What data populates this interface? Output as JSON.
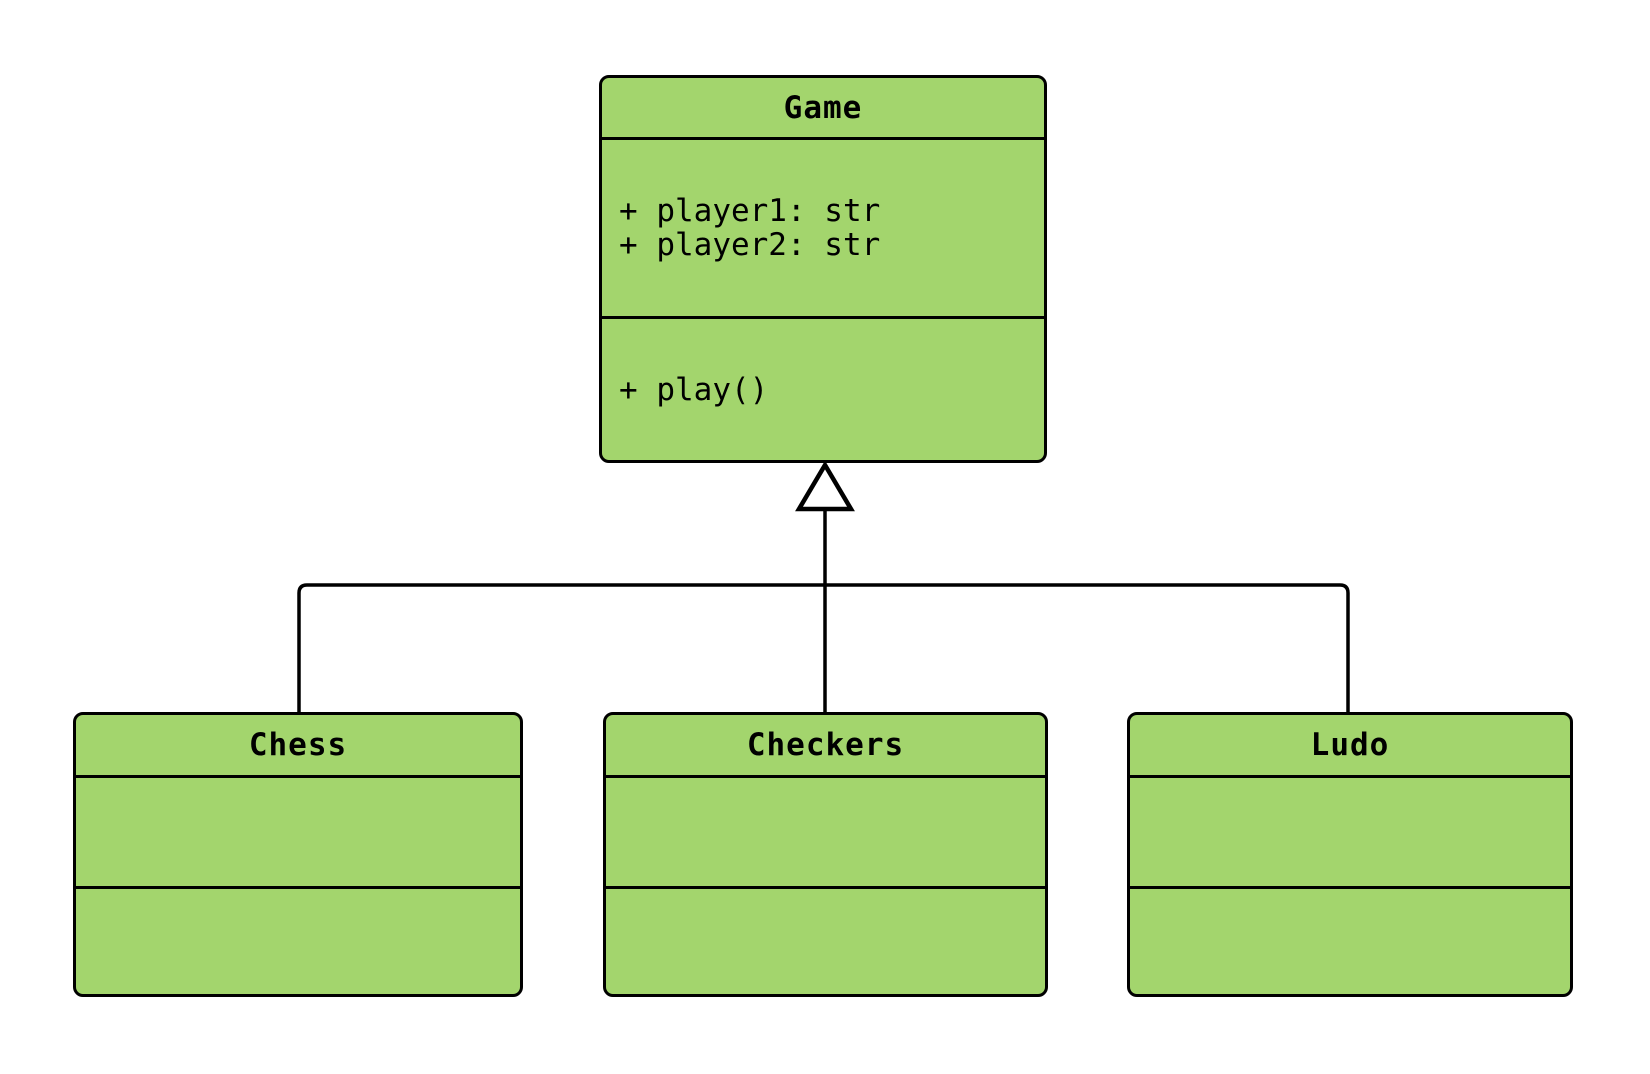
{
  "diagram": {
    "type": "uml-class-diagram",
    "background_color": "#ffffff",
    "class_fill_color": "#a3d56d",
    "line_color": "#000000",
    "text_color": "#000000",
    "classes": [
      {
        "name": "Game",
        "attributes": [
          "+ player1: str",
          "+ player2: str"
        ],
        "methods": [
          "+ play()"
        ]
      },
      {
        "name": "Chess",
        "attributes": [],
        "methods": []
      },
      {
        "name": "Checkers",
        "attributes": [],
        "methods": []
      },
      {
        "name": "Ludo",
        "attributes": [],
        "methods": []
      }
    ],
    "relations": [
      {
        "from": "Chess",
        "to": "Game",
        "type": "inheritance"
      },
      {
        "from": "Checkers",
        "to": "Game",
        "type": "inheritance"
      },
      {
        "from": "Ludo",
        "to": "Game",
        "type": "inheritance"
      }
    ]
  }
}
